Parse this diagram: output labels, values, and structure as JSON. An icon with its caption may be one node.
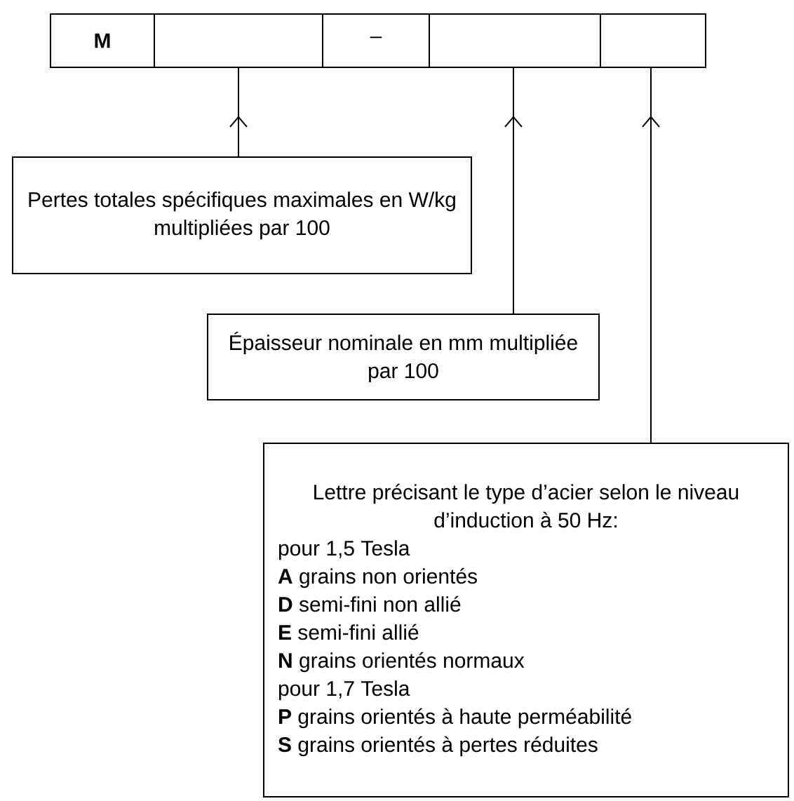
{
  "diagram": {
    "nodes": [
      {
        "text": [
          "**M**"
        ]
      },
      {
        "text": [],
        "shape": "box"
      },
      {
        "text": [
          "–"
        ]
      },
      {
        "text": [],
        "shape": "box"
      },
      {
        "text": [],
        "shape": "box"
      },
      {
        "text": [
          "Pertes totales spécifiques maximales en W/kg multipliées par 100"
        ]
      },
      {
        "text": [
          "Épaisseur nominale en mm multipliée par 100"
        ]
      },
      {
        "text": [
          "Lettre précisant le type d’acier selon le niveau d’induction à 50 Hz:",
          "pour 1,5 Tesla",
          "**A** grains non orientés",
          "**D** semi-fini non allié",
          "**E** semi-fini allié",
          "**N** grains orientés normaux",
          "pour 1,7 Tesla",
          "**P** grains orientés à haute perméabilité",
          "**S** grains orientés à pertes réduites"
        ]
      }
    ],
    "edges": [
      {
        "from": 5,
        "to": 1,
        "arrow": "to"
      },
      {
        "from": 6,
        "to": 3,
        "arrow": "to"
      },
      {
        "from": 7,
        "to": 4,
        "arrow": "to"
      }
    ]
  }
}
